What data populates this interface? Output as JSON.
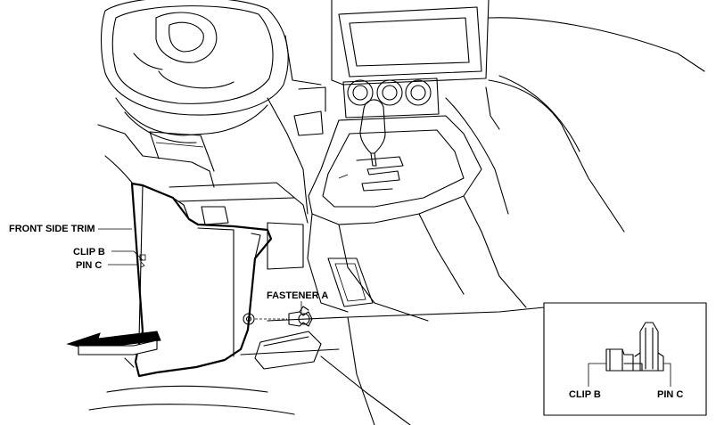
{
  "labels": {
    "front_side_trim": "FRONT SIDE TRIM",
    "clip_b": "CLIP B",
    "pin_c": "PIN C",
    "fastener_a": "FASTENER A"
  },
  "inset": {
    "clip_b": "CLIP B",
    "pin_c": "PIN C"
  }
}
